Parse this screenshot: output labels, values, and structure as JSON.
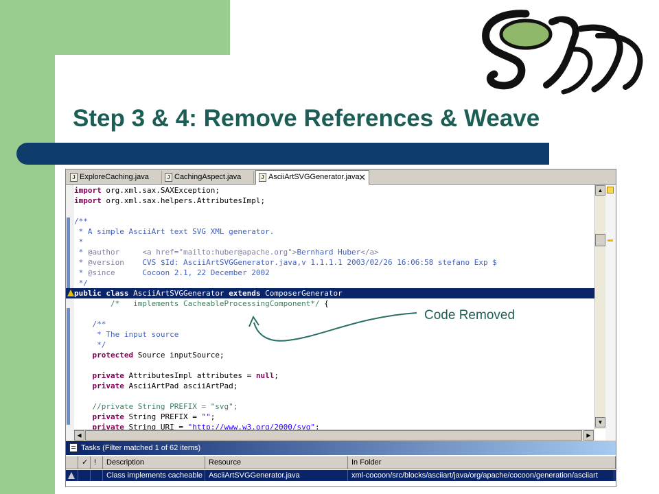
{
  "slide": {
    "title": "Step 3 & 4: Remove References & Weave",
    "annotation": "Code Removed"
  },
  "editor_tabs": [
    {
      "label": "ExploreCaching.java",
      "active": false
    },
    {
      "label": "CachingAspect.java",
      "active": false
    },
    {
      "label": "AsciiArtSVGGenerator.java",
      "active": true
    }
  ],
  "tab_close_glyph": "✕",
  "code_lines": [
    [
      {
        "t": "import",
        "c": "kw"
      },
      {
        "t": " org.xml.sax.SAXException;"
      }
    ],
    [
      {
        "t": "import",
        "c": "kw"
      },
      {
        "t": " org.xml.sax.helpers.AttributesImpl;"
      }
    ],
    [
      {
        "t": ""
      }
    ],
    [
      {
        "t": "/**",
        "c": "jd"
      }
    ],
    [
      {
        "t": " * A simple AsciiArt text SVG XML generator.",
        "c": "jd"
      }
    ],
    [
      {
        "t": " *",
        "c": "jd"
      }
    ],
    [
      {
        "t": " * ",
        "c": "jd"
      },
      {
        "t": "@author",
        "c": "tg"
      },
      {
        "t": "     ",
        "c": "jd"
      },
      {
        "t": "<a href=\"mailto:huber@apache.org\">",
        "c": "tg"
      },
      {
        "t": "Bernhard Huber",
        "c": "jd"
      },
      {
        "t": "</a>",
        "c": "tg"
      }
    ],
    [
      {
        "t": " * ",
        "c": "jd"
      },
      {
        "t": "@version",
        "c": "tg"
      },
      {
        "t": "    CVS $Id: AsciiArtSVGGenerator.java,v 1.1.1.1 2003/02/26 16:06:58 stefano Exp $",
        "c": "jd"
      }
    ],
    [
      {
        "t": " * ",
        "c": "jd"
      },
      {
        "t": "@since",
        "c": "tg"
      },
      {
        "t": "      Cocoon 2.1, 22 December 2002",
        "c": "jd"
      }
    ],
    [
      {
        "t": " */",
        "c": "jd"
      }
    ],
    [
      {
        "t": "public class",
        "c": "kw"
      },
      {
        "t": " AsciiArtSVGGenerator "
      },
      {
        "t": "extends",
        "c": "kw"
      },
      {
        "t": " ComposerGenerator"
      }
    ],
    [
      {
        "t": "        "
      },
      {
        "t": "/*   implements CacheableProcessingComponent*/",
        "c": "cm"
      },
      {
        "t": " {"
      }
    ],
    [
      {
        "t": ""
      }
    ],
    [
      {
        "t": "    "
      },
      {
        "t": "/**",
        "c": "jd"
      }
    ],
    [
      {
        "t": "     * The input source",
        "c": "jd"
      }
    ],
    [
      {
        "t": "     */",
        "c": "jd"
      }
    ],
    [
      {
        "t": "    "
      },
      {
        "t": "protected",
        "c": "kw"
      },
      {
        "t": " Source inputSource;"
      }
    ],
    [
      {
        "t": ""
      }
    ],
    [
      {
        "t": "    "
      },
      {
        "t": "private",
        "c": "kw"
      },
      {
        "t": " AttributesImpl attributes = "
      },
      {
        "t": "null",
        "c": "kw"
      },
      {
        "t": ";"
      }
    ],
    [
      {
        "t": "    "
      },
      {
        "t": "private",
        "c": "kw"
      },
      {
        "t": " AsciiArtPad asciiArtPad;"
      }
    ],
    [
      {
        "t": ""
      }
    ],
    [
      {
        "t": "    "
      },
      {
        "t": "//private String PREFIX = \"svg\";",
        "c": "cm"
      }
    ],
    [
      {
        "t": "    "
      },
      {
        "t": "private",
        "c": "kw"
      },
      {
        "t": " String PREFIX = "
      },
      {
        "t": "\"\"",
        "c": "st"
      },
      {
        "t": ";"
      }
    ],
    [
      {
        "t": "    "
      },
      {
        "t": "private",
        "c": "kw"
      },
      {
        "t": " String URI = "
      },
      {
        "t": "\"http://www.w3.org/2000/svg\"",
        "c": "st"
      },
      {
        "t": ";"
      }
    ]
  ],
  "selected_line": 10,
  "warning_line": 10,
  "tasks": {
    "header": "Tasks (Filter matched 1 of 62 items)",
    "columns": [
      "✓",
      "!",
      "Description",
      "Resource",
      "In Folder"
    ],
    "rows": [
      {
        "description": "Class implements cacheable",
        "resource": "AsciiArtSVGGenerator.java",
        "folder": "xml-cocoon/src/blocks/asciiart/java/org/apache/cocoon/generation/asciiart"
      }
    ]
  },
  "colors": {
    "title": "#1c5e55",
    "title_bar": "#0f3d6b",
    "green": "#9acb8f",
    "selection": "#0a246a"
  }
}
